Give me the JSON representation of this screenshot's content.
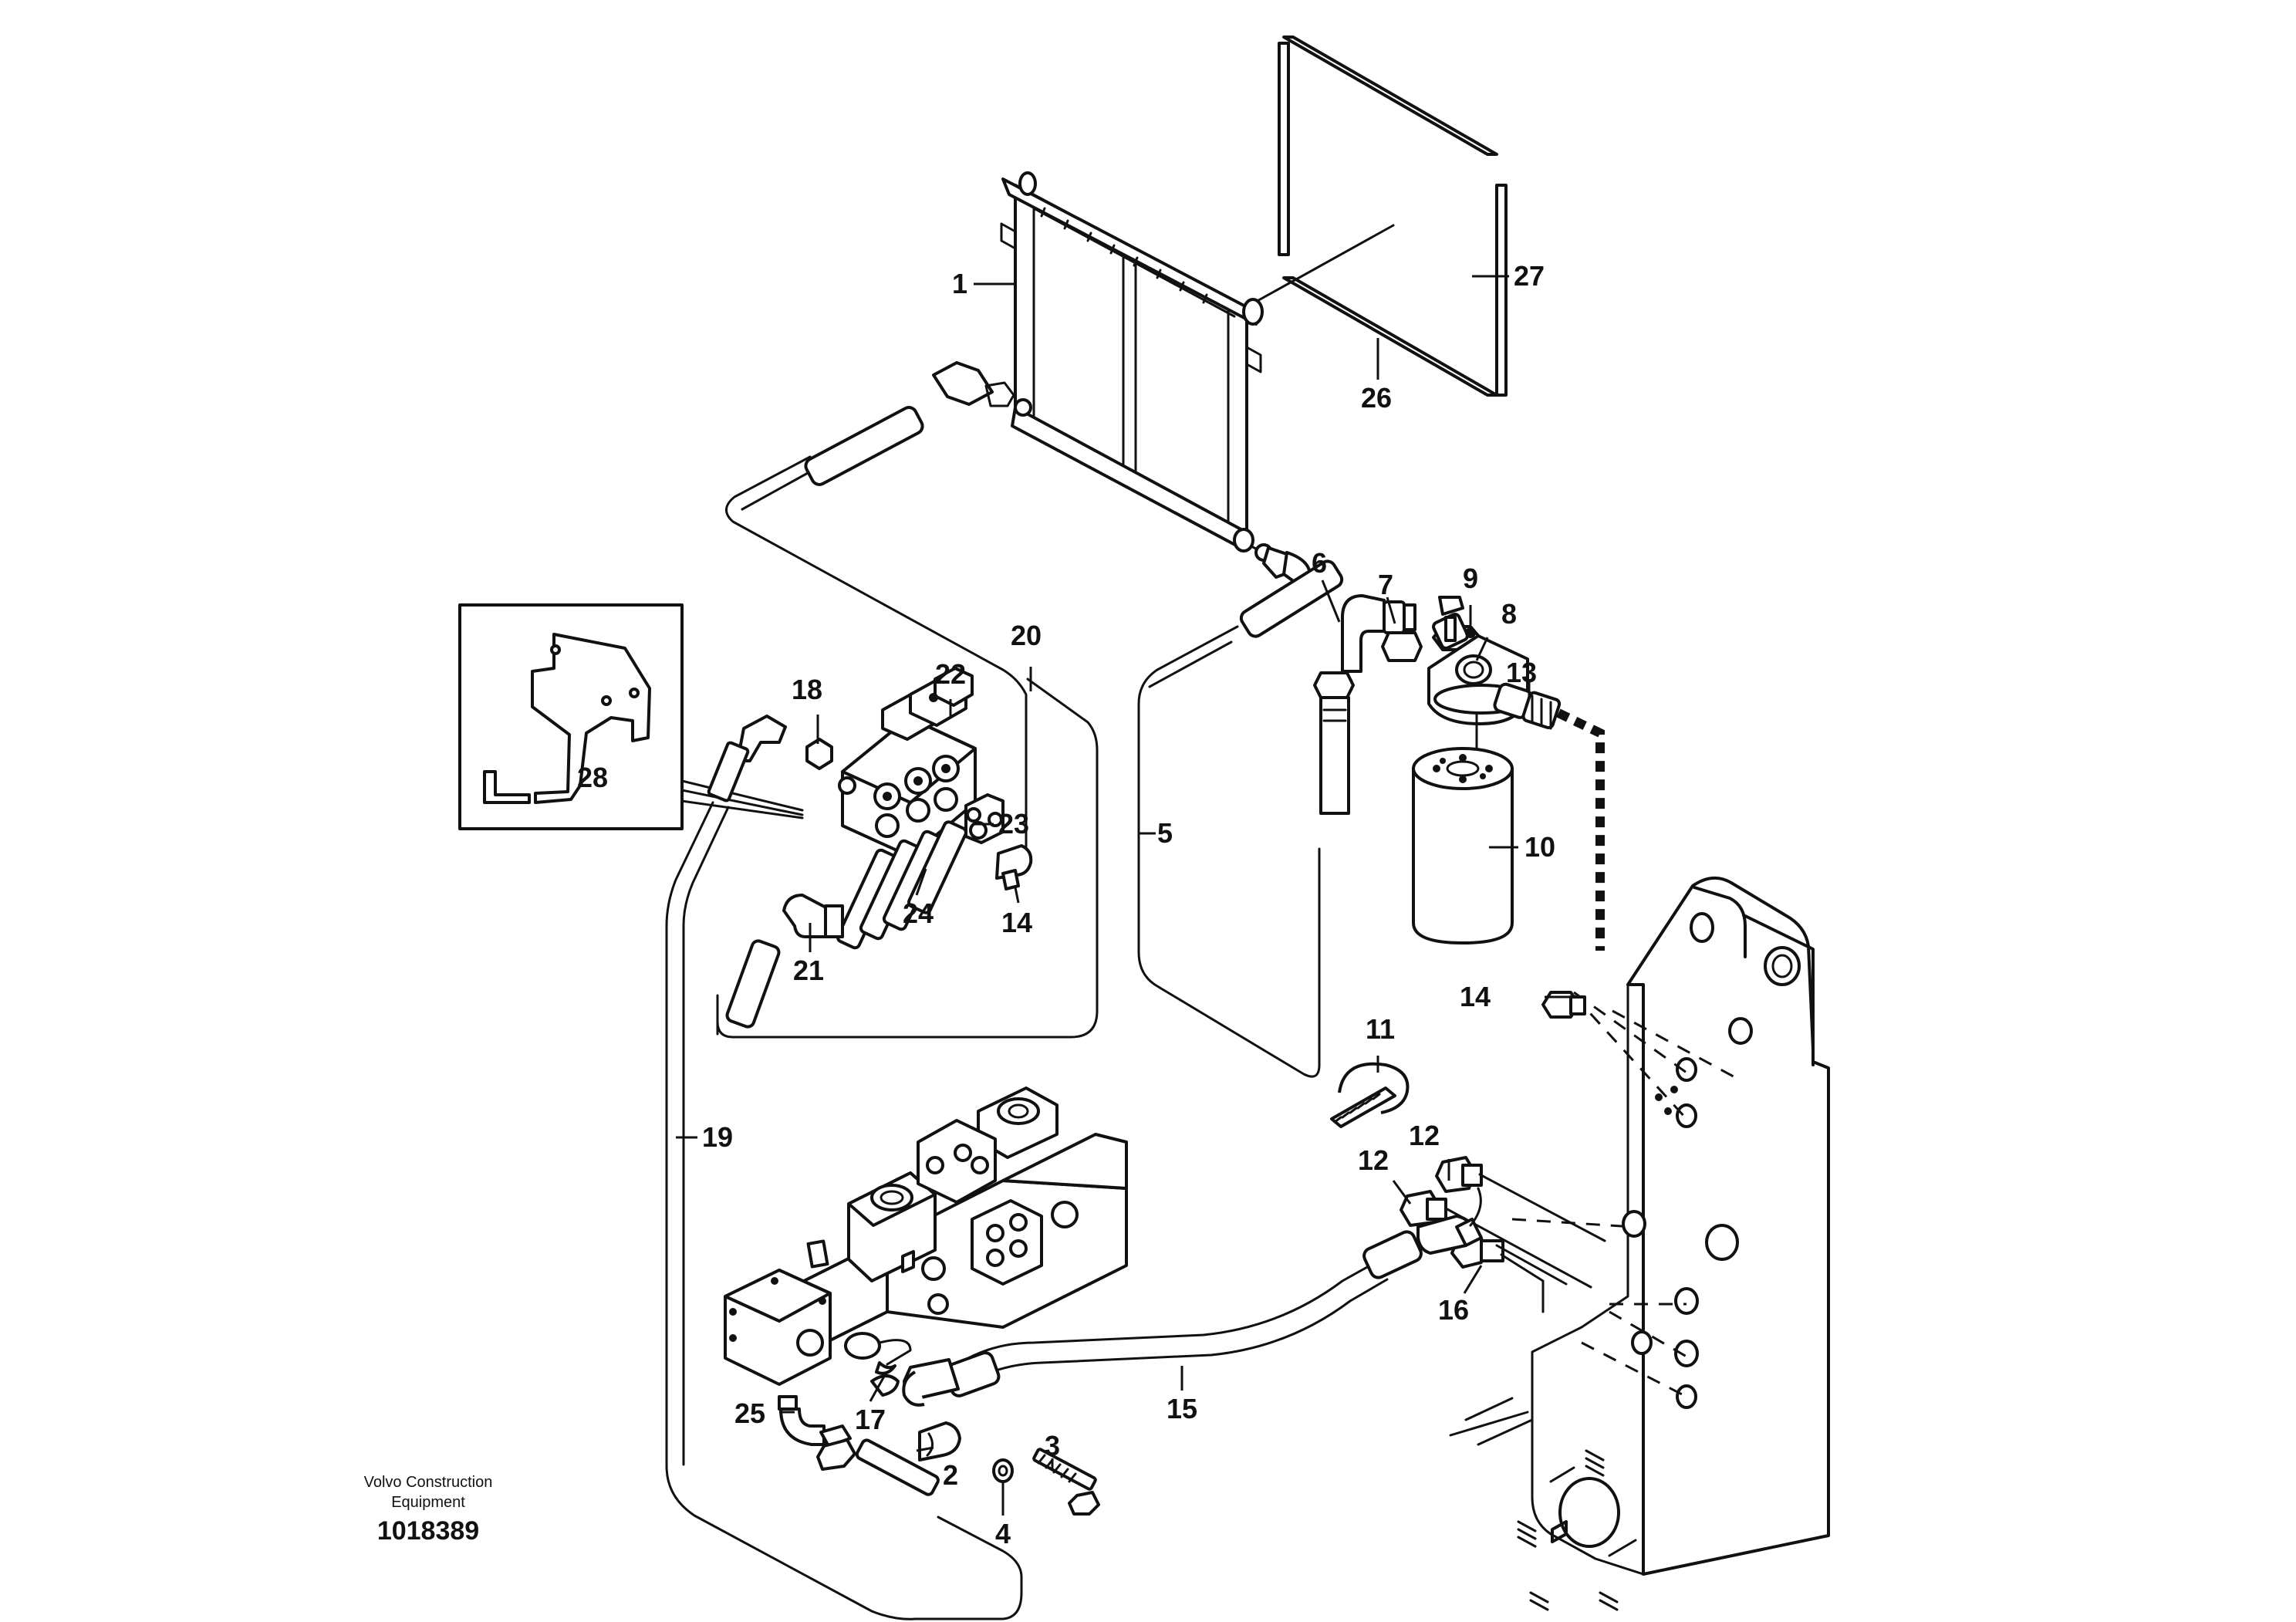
{
  "diagram": {
    "publisher_line1": "Volvo Construction",
    "publisher_line2": "Equipment",
    "document_number": "1018389",
    "callouts": [
      "1",
      "2",
      "3",
      "4",
      "5",
      "6",
      "7",
      "8",
      "9",
      "10",
      "11",
      "12",
      "12",
      "13",
      "14",
      "14",
      "15",
      "16",
      "17",
      "19",
      "20",
      "21",
      "22",
      "23",
      "24",
      "25",
      "26",
      "27",
      "28"
    ]
  }
}
